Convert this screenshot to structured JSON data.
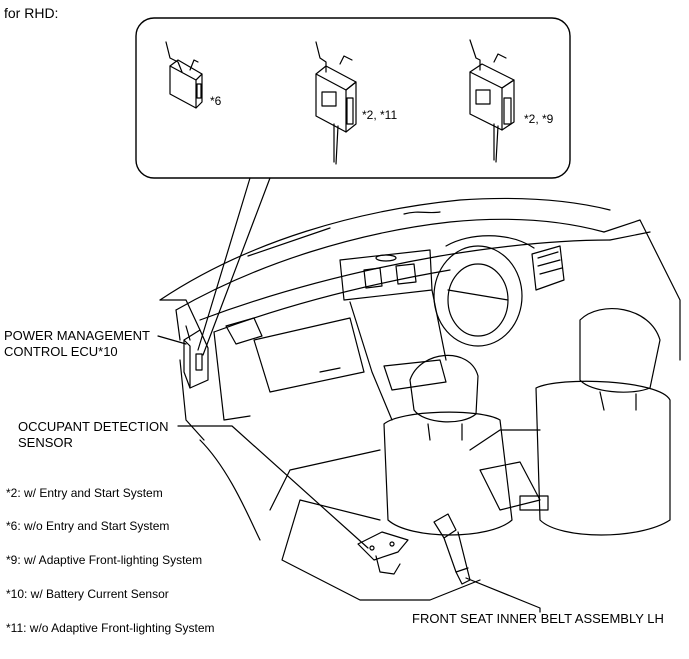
{
  "header": {
    "variant": "for RHD:"
  },
  "callout": {
    "ecu_variants": [
      {
        "label": "*6"
      },
      {
        "label": "*2, *11"
      },
      {
        "label": "*2, *9"
      }
    ]
  },
  "labels": {
    "power_mgmt_line1": "POWER MANAGEMENT",
    "power_mgmt_line2": "CONTROL ECU*10",
    "occupant_line1": "OCCUPANT DETECTION",
    "occupant_line2": "SENSOR",
    "belt": "FRONT SEAT INNER BELT ASSEMBLY LH"
  },
  "notes": [
    "*2: w/ Entry and Start System",
    "*6: w/o Entry and Start System",
    "*9: w/ Adaptive Front-lighting System",
    "*10: w/ Battery Current Sensor",
    "*11: w/o Adaptive Front-lighting System"
  ]
}
